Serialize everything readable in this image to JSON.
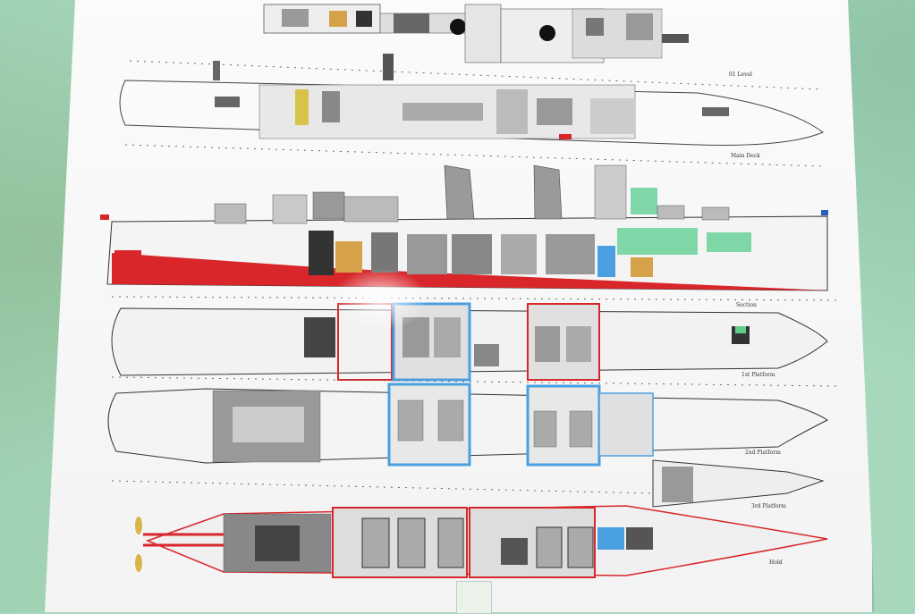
{
  "labels": {
    "o1_level": "01 Level",
    "main_deck": "Main Deck",
    "section": "Section",
    "first_platform": "1st Platform",
    "second_platform": "2nd Platform",
    "third_platform": "3rd Platform",
    "hold": "Hold"
  },
  "colors": {
    "wall": "#a8d7bd",
    "poster": "#f7f7f7",
    "hull_red": "#d8262a",
    "blue": "#4a9fe0",
    "grey": "#8a8a8a",
    "dark": "#2a2a2a",
    "green": "#5fd08a"
  }
}
